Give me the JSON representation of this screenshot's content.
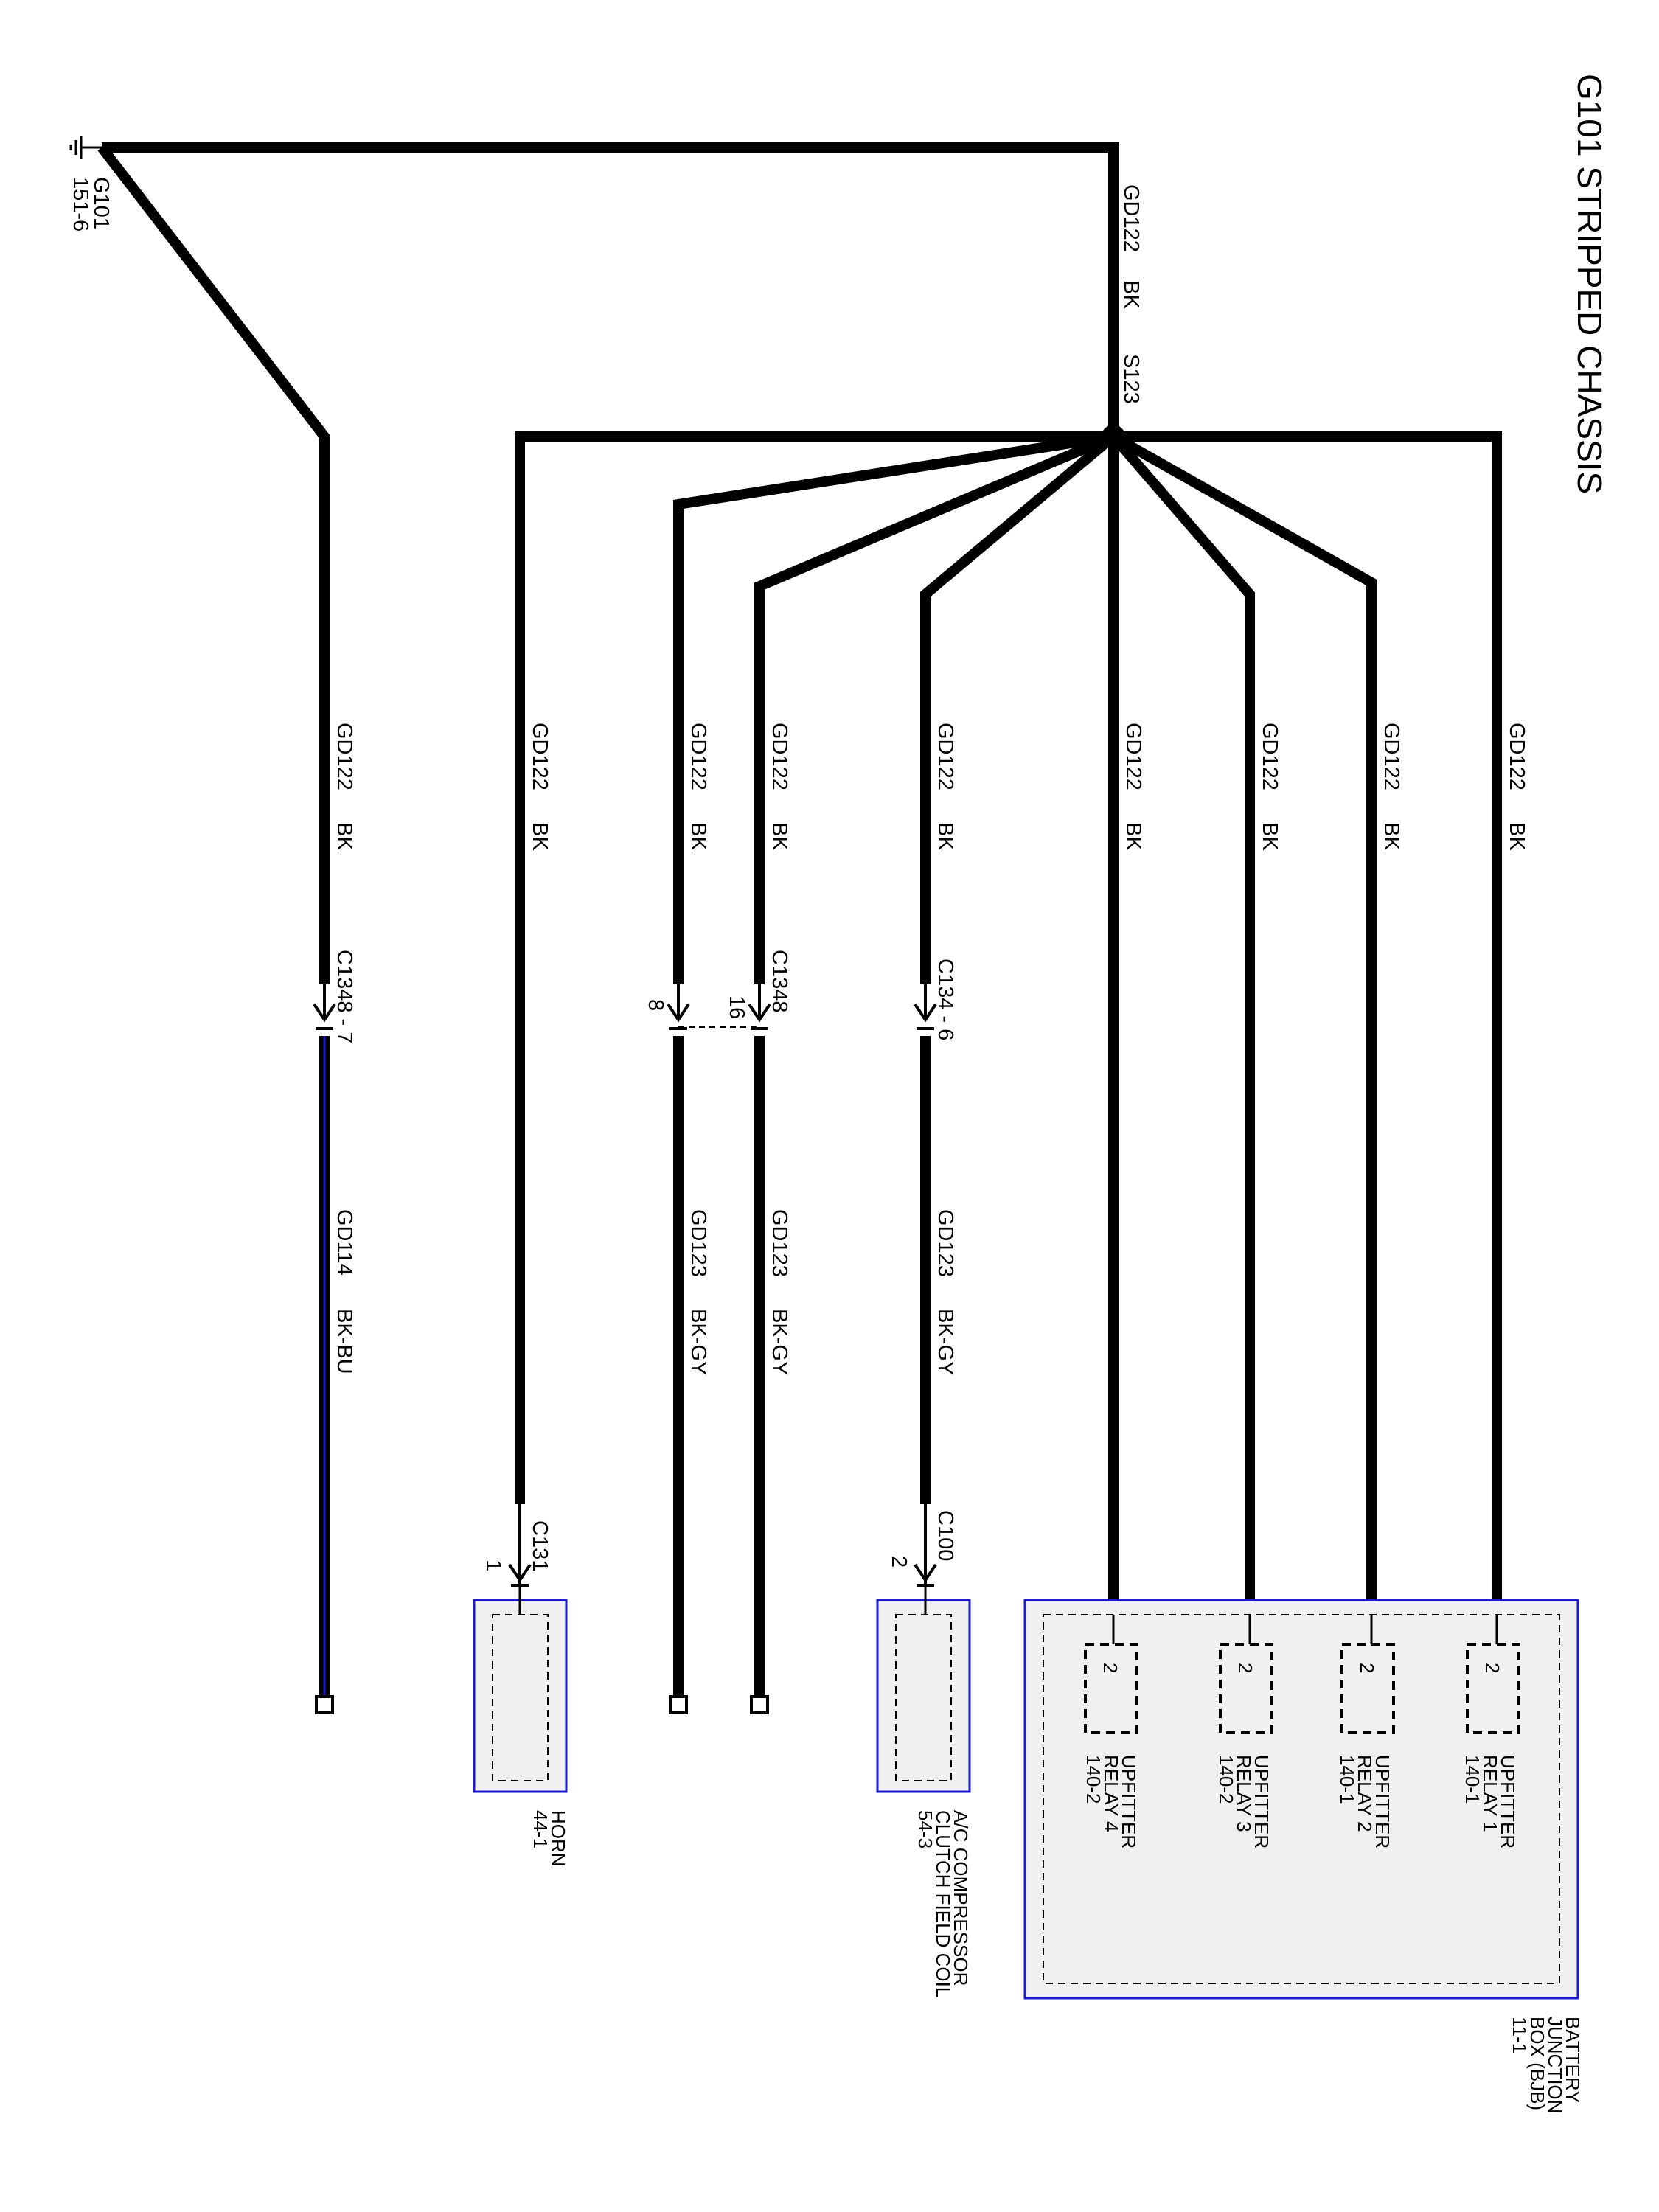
{
  "title": "G101 STRIPPED CHASSIS",
  "ground": {
    "name": "G101",
    "ref": "151-6"
  },
  "trunk_wire": {
    "circuit": "GD122",
    "color": "BK",
    "splice": "S123"
  },
  "branches": [
    {
      "circuit": "GD122",
      "color": "BK"
    },
    {
      "circuit": "GD122",
      "color": "BK"
    },
    {
      "circuit": "GD122",
      "color": "BK"
    },
    {
      "circuit": "GD122",
      "color": "BK"
    },
    {
      "circuit": "GD122",
      "color": "BK"
    },
    {
      "circuit": "GD122",
      "color": "BK"
    },
    {
      "circuit": "GD122",
      "color": "BK"
    },
    {
      "circuit": "GD122",
      "color": "BK"
    },
    {
      "circuit": "GD122",
      "color": "BK"
    }
  ],
  "lower_wires": [
    {
      "circuit": "GD123",
      "color": "BK-GY"
    },
    {
      "circuit": "GD123",
      "color": "BK-GY"
    },
    {
      "circuit": "GD123",
      "color": "BK-GY"
    },
    {
      "circuit": "GD114",
      "color": "BK-BU"
    }
  ],
  "connectors": {
    "c134": "C134 - 6",
    "c1348": "C1348",
    "c1348_pin16": "16",
    "c1348_pin8": "8",
    "c1348_7": "C1348 - 7",
    "c100": "C100",
    "c100_pin": "2",
    "c131": "C131",
    "c131_pin": "1"
  },
  "relays": [
    {
      "name_line1": "UPFITTER",
      "name_line2": "RELAY 1",
      "ref": "140-1",
      "pin": "2"
    },
    {
      "name_line1": "UPFITTER",
      "name_line2": "RELAY 2",
      "ref": "140-1",
      "pin": "2"
    },
    {
      "name_line1": "UPFITTER",
      "name_line2": "RELAY 3",
      "ref": "140-2",
      "pin": "2"
    },
    {
      "name_line1": "UPFITTER",
      "name_line2": "RELAY 4",
      "ref": "140-2",
      "pin": "2"
    }
  ],
  "components": {
    "bjb": {
      "line1": "BATTERY",
      "line2": "JUNCTION",
      "line3": "BOX (BJB)",
      "line4": "11-1"
    },
    "ac": {
      "line1": "A/C COMPRESSOR",
      "line2": "CLUTCH FIELD COIL",
      "line3": "54-3"
    },
    "horn": {
      "line1": "HORN",
      "line2": "44-1"
    }
  },
  "colors": {
    "wire": "#000000",
    "component_border": "#1a1ad0",
    "component_fill": "#f0f0f0"
  }
}
